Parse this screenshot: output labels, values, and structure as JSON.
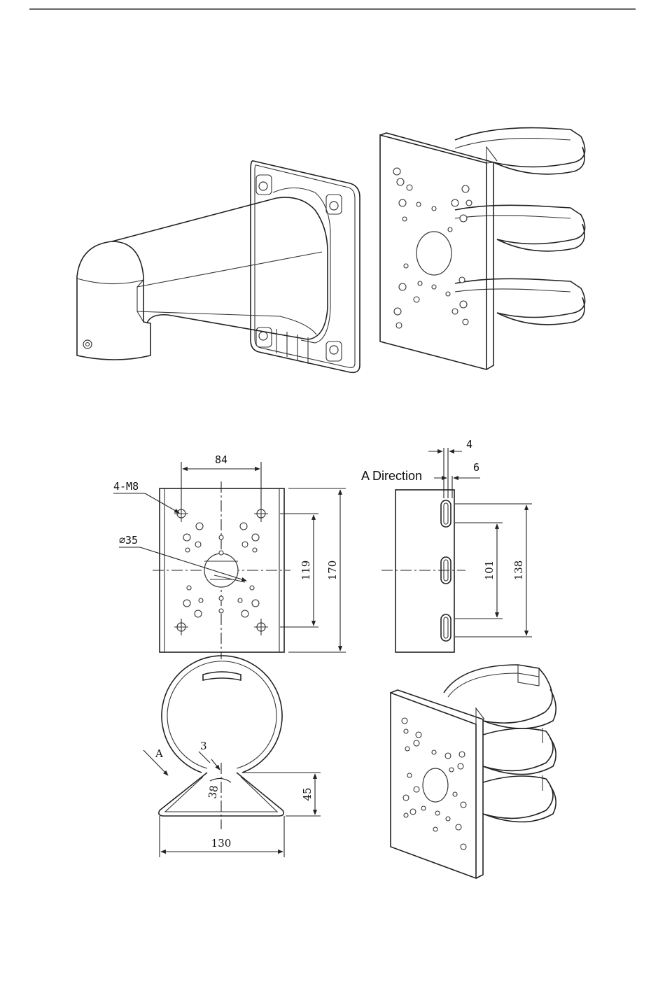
{
  "labels": {
    "dim_84": "84",
    "dim_4m8": "4-M8",
    "dim_dia35": "⌀35",
    "dim_119": "119",
    "dim_170": "170",
    "dim_4": "4",
    "dim_6": "6",
    "a_direction": "A Direction",
    "dim_101": "101",
    "dim_138": "138",
    "view_a": "A",
    "dim_3": "3",
    "dim_38": "38",
    "dim_45": "45",
    "dim_130": "130"
  }
}
